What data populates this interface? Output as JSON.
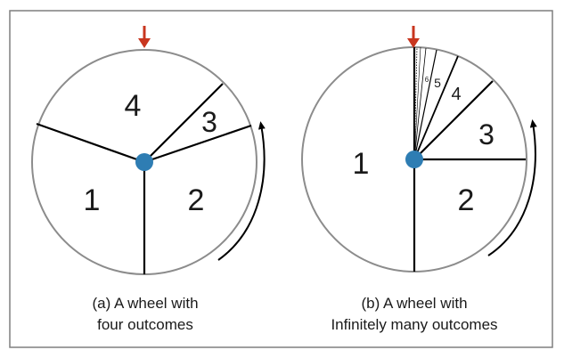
{
  "colors": {
    "frame": "#7f7f7f",
    "rim": "#8c8c8c",
    "divider": "#000000",
    "hub": "#2e7db3",
    "pointer": "#c8361f",
    "text": "#1a1a1a"
  },
  "wheel_a": {
    "labels": [
      "1",
      "2",
      "3",
      "4"
    ],
    "caption_line1": "(a) A wheel with",
    "caption_line2": "four outcomes"
  },
  "wheel_b": {
    "labels": [
      "1",
      "2",
      "3",
      "4",
      "5",
      "6"
    ],
    "caption_line1": "(b) A wheel with",
    "caption_line2": "Infinitely many outcomes"
  },
  "icons": {
    "pointer": "down-arrow-icon",
    "rotation": "curved-arrow-icon"
  }
}
